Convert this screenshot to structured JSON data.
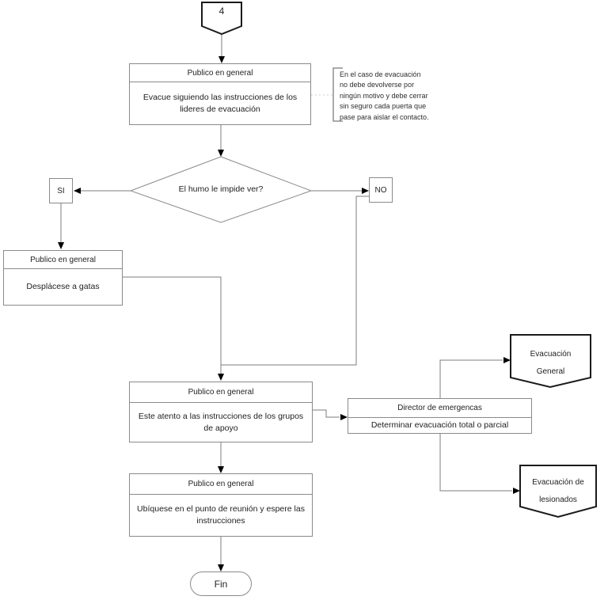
{
  "diagram": {
    "nodes": {
      "connector4": {
        "label": "4"
      },
      "evacue": {
        "header": "Publico en general",
        "body": "Evacue siguiendo las instrucciones de los lideres de evacuación"
      },
      "note": {
        "line1": "En el caso de evacuación",
        "line2": "no debe devolverse por",
        "line3": "ningún motivo y debe cerrar",
        "line4": "sin seguro cada puerta que",
        "line5": "pase para aislar el contacto."
      },
      "decision": {
        "label": "El humo le impide ver?"
      },
      "yes": {
        "label": "SI"
      },
      "no": {
        "label": "NO"
      },
      "desplacese": {
        "header": "Publico en general",
        "body": "Desplácese a gatas"
      },
      "este_atento": {
        "header": "Publico en general",
        "body": "Este atento a las instrucciones de los grupos de apoyo"
      },
      "director": {
        "header": "Director de emergencas",
        "body": "Determinar evacuación total o parcial"
      },
      "evac_general": {
        "line1": "Evacuación",
        "line2": "General"
      },
      "evac_lesionados": {
        "line1": "Evacuación de",
        "line2": "lesionados"
      },
      "ubiquese": {
        "header": "Publico en general",
        "body": "Ubíquese en el punto de reunión y espere las instrucciones"
      },
      "fin": {
        "label": "Fin"
      }
    },
    "colors": {
      "line": "#7d7d7d",
      "box_border": "#8a8a8a",
      "shape_border": "#1a1a1a",
      "arrowhead": "#000000",
      "note_dotted": "#cccccc",
      "text": "#1f1f1f"
    }
  }
}
